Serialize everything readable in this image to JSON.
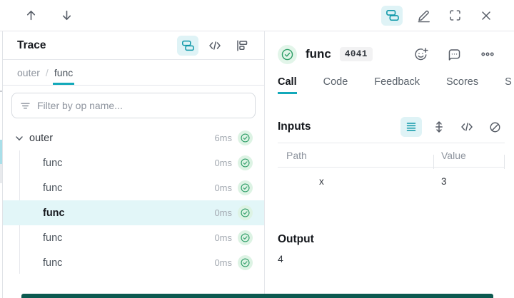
{
  "colors": {
    "teal": "#0e98a8",
    "teal_underline": "#13a9ba",
    "teal_bg": "#dff3f6",
    "row_selected": "#e2f6f8",
    "green": "#2f9e68",
    "green_bg": "#ddf3e4",
    "scrollbar": "#0c5a50"
  },
  "trace_panel": {
    "title": "Trace",
    "breadcrumb": {
      "items": [
        "outer",
        "func"
      ],
      "separator": "/"
    },
    "filter_placeholder": "Filter by op name...",
    "tree": {
      "root": {
        "label": "outer",
        "duration": "6ms",
        "status": "success"
      },
      "children": [
        {
          "label": "func",
          "duration": "0ms",
          "status": "success"
        },
        {
          "label": "func",
          "duration": "0ms",
          "status": "success"
        },
        {
          "label": "func",
          "duration": "0ms",
          "status": "success",
          "selected": true
        },
        {
          "label": "func",
          "duration": "0ms",
          "status": "success"
        },
        {
          "label": "func",
          "duration": "0ms",
          "status": "success"
        }
      ]
    }
  },
  "call_panel": {
    "title": "func",
    "id_badge": "4041",
    "status": "success",
    "tabs": [
      {
        "label": "Call",
        "active": true
      },
      {
        "label": "Code",
        "active": false
      },
      {
        "label": "Feedback",
        "active": false
      },
      {
        "label": "Scores",
        "active": false
      },
      {
        "label": "S",
        "active": false
      }
    ],
    "inputs": {
      "title": "Inputs",
      "table": {
        "columns": [
          "Path",
          "Value"
        ],
        "rows": [
          {
            "path": "x",
            "value": "3"
          }
        ]
      }
    },
    "output": {
      "title": "Output",
      "value": "4"
    }
  }
}
